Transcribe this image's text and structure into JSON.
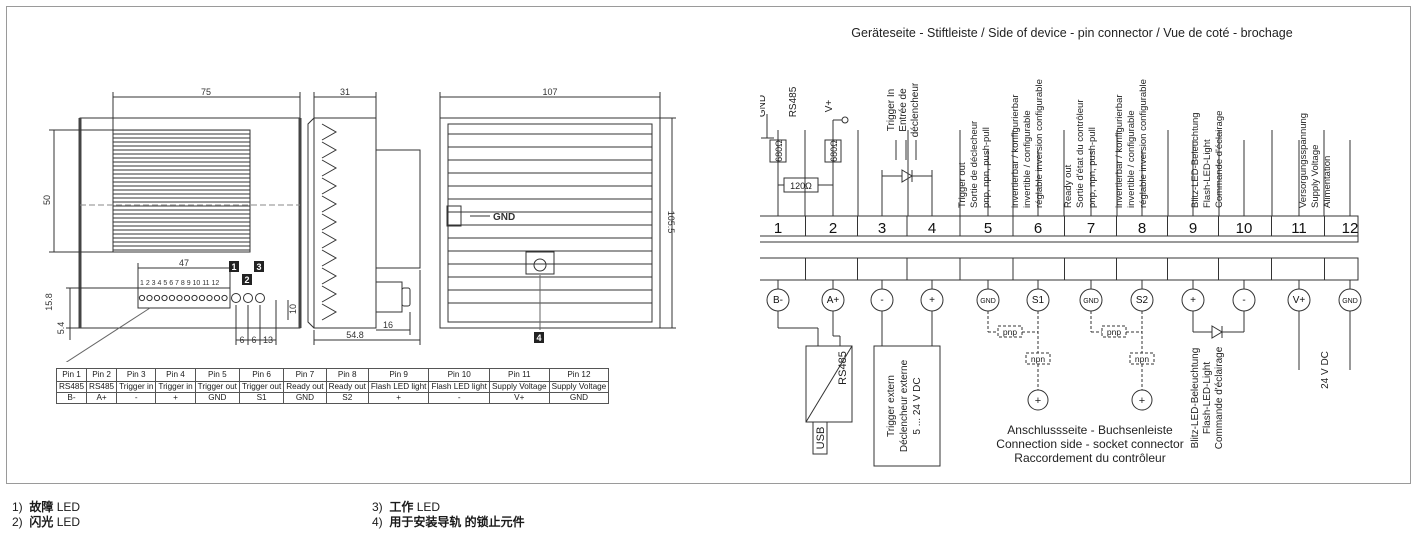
{
  "dims": {
    "front_width": "75",
    "front_height": "50",
    "header_width": "47",
    "bottom_offset": "15.8",
    "small_offset": "5.4",
    "spacing_a": "6",
    "spacing_b": "6",
    "spacing_c": "13",
    "side_margin": "10",
    "side_width": "31",
    "side_depth": "54.8",
    "side_tab": "16",
    "back_width": "107",
    "back_height": "105.5",
    "gnd_label": "GND",
    "pin_numbers": "1 2 3 4 5 6 7 8 9 10 11 12",
    "markers": [
      "1",
      "2",
      "3",
      "4"
    ]
  },
  "pin_table": {
    "header": [
      "Pin 1",
      "Pin 2",
      "Pin 3",
      "Pin 4",
      "Pin 5",
      "Pin 6",
      "Pin 7",
      "Pin 8",
      "Pin 9",
      "Pin 10",
      "Pin 11",
      "Pin 12"
    ],
    "row1": [
      "RS485",
      "RS485",
      "Trigger in",
      "Trigger in",
      "Trigger out",
      "Trigger out",
      "Ready out",
      "Ready out",
      "Flash LED light",
      "Flash LED light",
      "Supply Voltage",
      "Supply Voltage"
    ],
    "row2": [
      "B-",
      "A+",
      "-",
      "+",
      "GND",
      "S1",
      "GND",
      "S2",
      "+",
      "-",
      "V+",
      "GND"
    ]
  },
  "schematic": {
    "title": "Geräteseite - Stiftleiste  /  Side of device - pin connector  /  Vue de coté - brochage",
    "pins": [
      "1",
      "2",
      "3",
      "4",
      "5",
      "6",
      "7",
      "8",
      "9",
      "10",
      "11",
      "12"
    ],
    "terminals": [
      "B-",
      "A+",
      "-",
      "+",
      "GND",
      "S1",
      "GND",
      "S2",
      "+",
      "-",
      "V+",
      "GND"
    ],
    "gnd_top": "GND",
    "rs485_top": "RS485",
    "vplus_top": "V+",
    "res_680a": "680Ω",
    "res_680b": "680Ω",
    "res_120": "120Ω",
    "trig_in": [
      "Trigger In",
      "Entrée de",
      "déclencheur"
    ],
    "trig_out": [
      "Trigger out",
      "Sortie de déclecheur",
      "pnp, npn, push-pull"
    ],
    "inv6": [
      "invertierbar / konfigurierbar",
      "invertible / configurable",
      "réglable inversion configurable"
    ],
    "ready_out": [
      "Ready out",
      "Sortie d'état du contrôleur",
      "pnp, npn, push-pull"
    ],
    "inv8": [
      "invertierbar / konfigurierbar",
      "invertible / configurable",
      "réglable inversion configurable"
    ],
    "flash": [
      "Blitz-LED-Beleuchtung",
      "Flash-LED-Light",
      "Commande d'éclairage"
    ],
    "supply": [
      "Versorgungsspannung",
      "Supply Voltage",
      "Alimentation"
    ],
    "pnp": "pnp",
    "npn": "npn",
    "plus": "+",
    "usb": "USB",
    "rs485_box": "RS485",
    "trig_ext": [
      "Trigger extern",
      "Déclencheur externe",
      "5 ... 24 V DC"
    ],
    "conn_side": [
      "Anschlussseite - Buchsenleiste",
      "Connection side - socket connector",
      "Raccordement du contrôleur"
    ],
    "flash_bottom": [
      "Blitz-LED-Beleuchtung",
      "Flash-LED-Light",
      "Commande d'éclairage"
    ],
    "supply_bottom": "24 V DC"
  },
  "notes": [
    {
      "num": "1)",
      "strong": "故障",
      "rest": " LED"
    },
    {
      "num": "2)",
      "strong": "闪光",
      "rest": " LED"
    },
    {
      "num": "3)",
      "strong": "工作",
      "rest": " LED"
    },
    {
      "num": "4)",
      "strong": "用于安装导轨 的锁止元件",
      "rest": ""
    }
  ]
}
